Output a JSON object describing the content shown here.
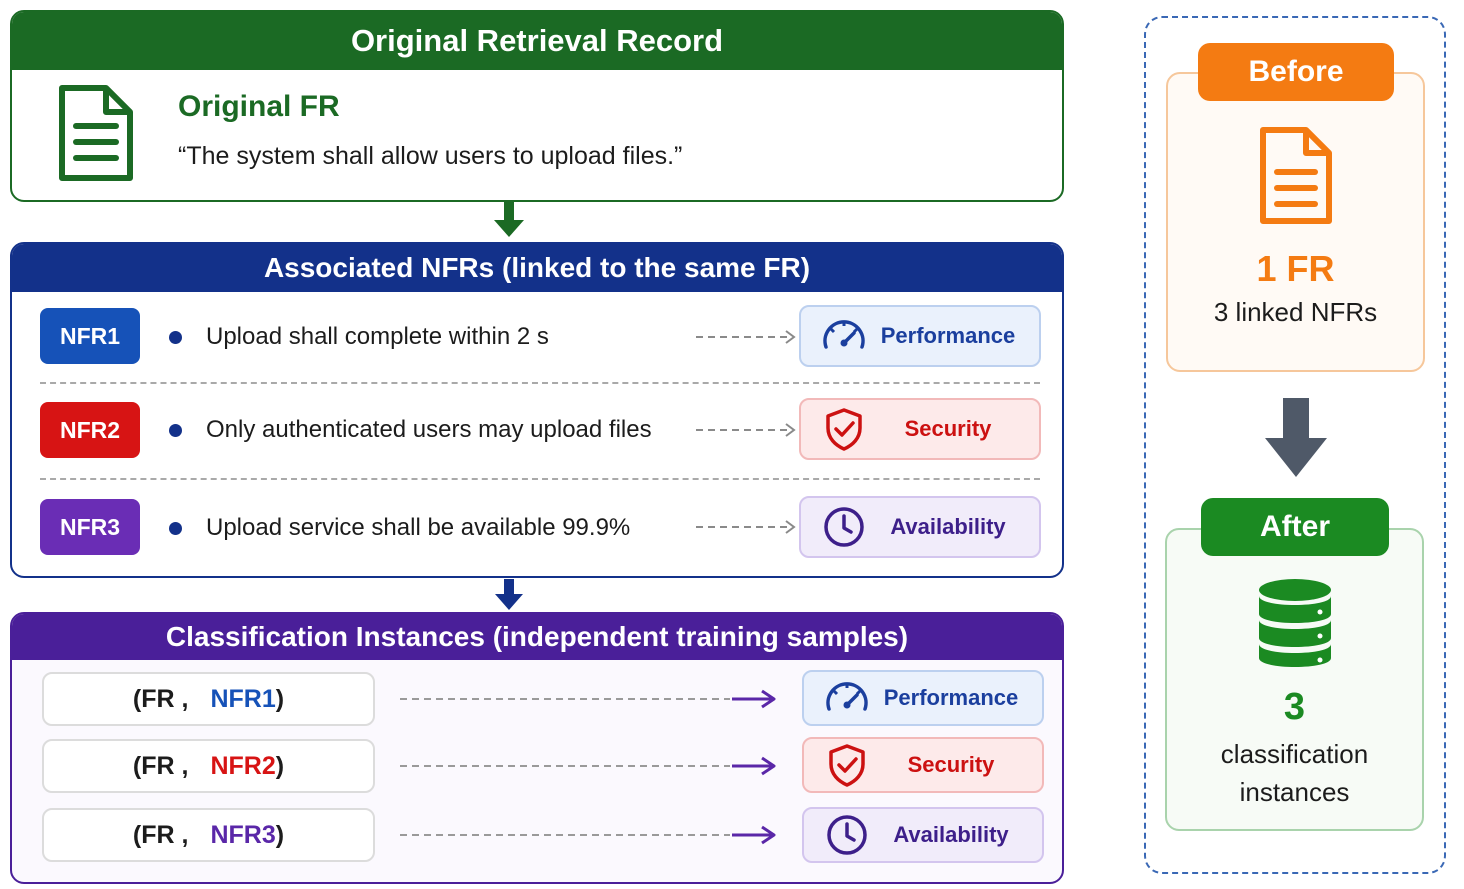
{
  "original_record": {
    "title": "Original Retrieval Record",
    "fr_title": "Original FR",
    "fr_text": "“The system shall allow users to upload files.”"
  },
  "associated": {
    "title": "Associated NFRs (linked to the same FR)",
    "rows": [
      {
        "badge": "NFR1",
        "badge_color": "#1652b8",
        "text": "Upload shall complete within 2 s",
        "category": "Performance",
        "category_icon": "speedometer-icon"
      },
      {
        "badge": "NFR2",
        "badge_color": "#d71414",
        "text": "Only authenticated users may upload files",
        "category": "Security",
        "category_icon": "shield-check-icon"
      },
      {
        "badge": "NFR3",
        "badge_color": "#6a2db5",
        "text": "Upload service shall be available 99.9%",
        "category": "Availability",
        "category_icon": "clock-icon"
      }
    ]
  },
  "instances": {
    "title": "Classification Instances (independent training samples)",
    "rows": [
      {
        "open": "(FR ,",
        "nfr": "NFR1",
        "close": ")",
        "nfr_color": "#1652b8",
        "category": "Performance"
      },
      {
        "open": "(FR ,",
        "nfr": "NFR2",
        "close": ")",
        "nfr_color": "#d71414",
        "category": "Security"
      },
      {
        "open": "(FR ,",
        "nfr": "NFR3",
        "close": ")",
        "nfr_color": "#5a27a8",
        "category": "Availability"
      }
    ]
  },
  "before": {
    "tag": "Before",
    "count": "1 FR",
    "sub": "3 linked NFRs"
  },
  "after": {
    "tag": "After",
    "count": "3",
    "sub_line1": "classification",
    "sub_line2": "instances"
  },
  "colors": {
    "green": "#1b6a24",
    "navy": "#13318a",
    "purple": "#4a1f99",
    "orange": "#f47b12",
    "after_green": "#1b8a22",
    "down_arrow_gray": "#4f5968"
  }
}
